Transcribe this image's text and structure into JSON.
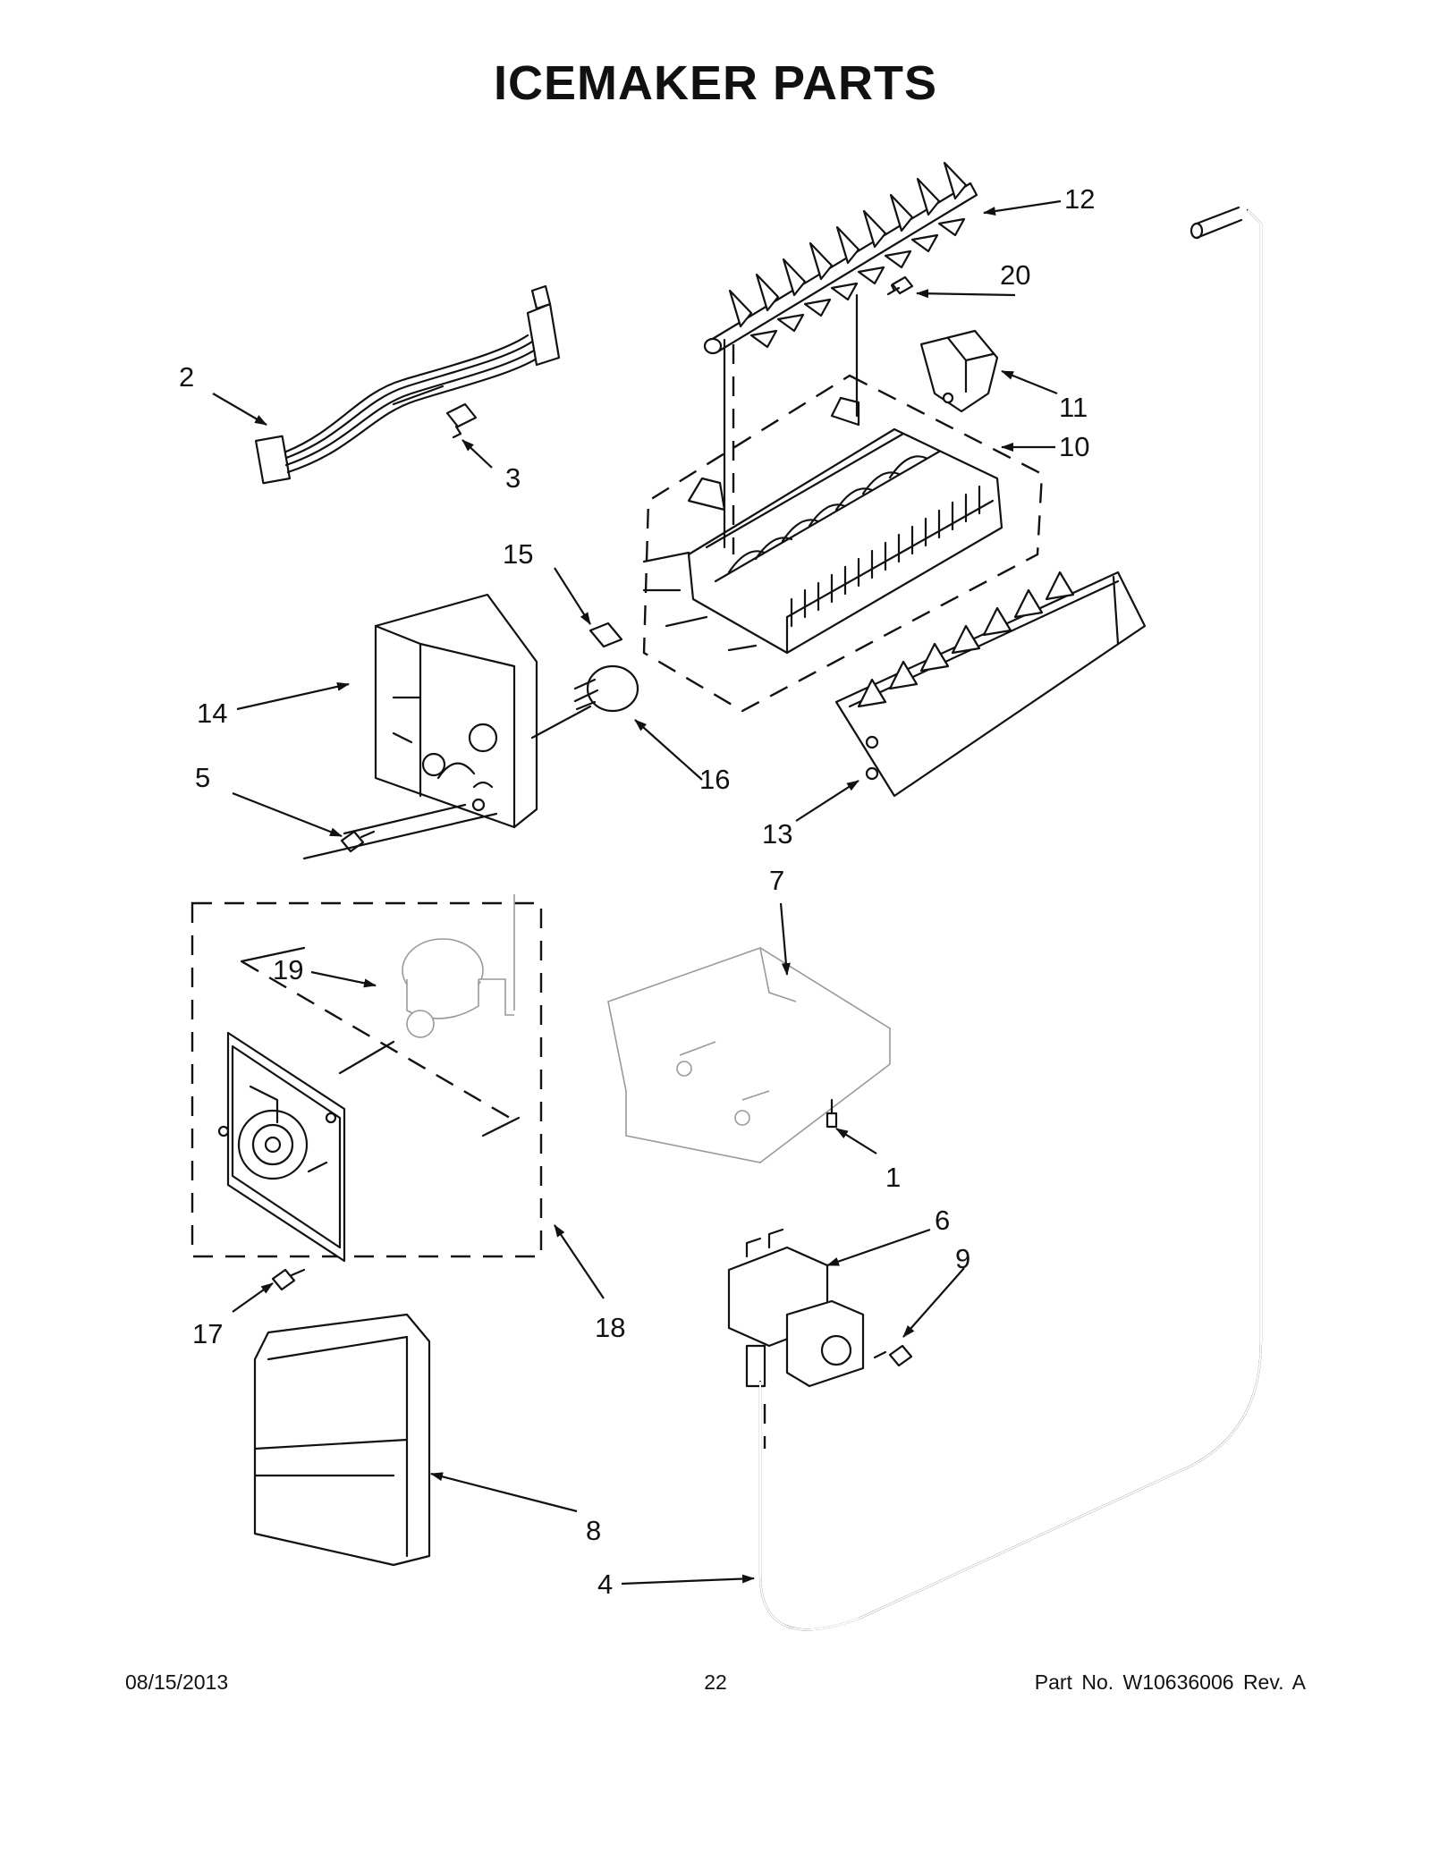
{
  "title": "ICEMAKER PARTS",
  "callouts": [
    {
      "id": "1",
      "label": "1"
    },
    {
      "id": "2",
      "label": "2"
    },
    {
      "id": "3",
      "label": "3"
    },
    {
      "id": "4",
      "label": "4"
    },
    {
      "id": "5",
      "label": "5"
    },
    {
      "id": "6",
      "label": "6"
    },
    {
      "id": "7",
      "label": "7"
    },
    {
      "id": "8",
      "label": "8"
    },
    {
      "id": "9",
      "label": "9"
    },
    {
      "id": "10",
      "label": "10"
    },
    {
      "id": "11",
      "label": "11"
    },
    {
      "id": "12",
      "label": "12"
    },
    {
      "id": "13",
      "label": "13"
    },
    {
      "id": "14",
      "label": "14"
    },
    {
      "id": "15",
      "label": "15"
    },
    {
      "id": "16",
      "label": "16"
    },
    {
      "id": "17",
      "label": "17"
    },
    {
      "id": "18",
      "label": "18"
    },
    {
      "id": "19",
      "label": "19"
    },
    {
      "id": "20",
      "label": "20"
    }
  ],
  "footer": {
    "date": "08/15/2013",
    "page": "22",
    "part_number": "Part No.  W10636006  Rev.  A"
  }
}
